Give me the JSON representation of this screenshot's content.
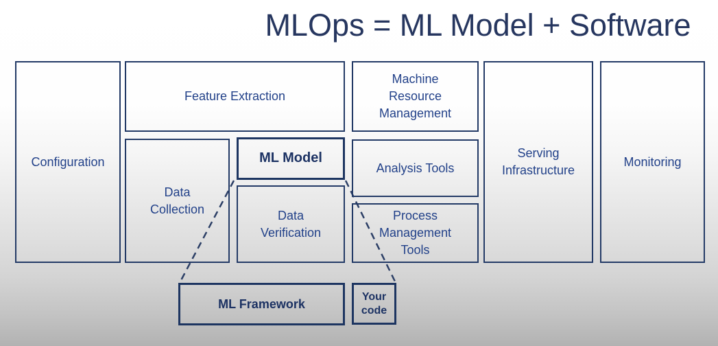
{
  "title": "MLOps = ML Model + Software",
  "boxes": {
    "configuration": {
      "label": "Configuration"
    },
    "feature_extraction": {
      "label": "Feature Extraction"
    },
    "data_collection": {
      "label": "Data\nCollection"
    },
    "ml_model": {
      "label": "ML Model"
    },
    "data_verification": {
      "label": "Data\nVerification"
    },
    "machine_resource_management": {
      "label": "Machine\nResource\nManagement"
    },
    "analysis_tools": {
      "label": "Analysis Tools"
    },
    "process_management_tools": {
      "label": "Process\nManagement\nTools"
    },
    "serving_infrastructure": {
      "label": "Serving\nInfrastructure"
    },
    "monitoring": {
      "label": "Monitoring"
    },
    "ml_framework": {
      "label": "ML Framework"
    },
    "your_code": {
      "label": "Your\ncode"
    }
  },
  "colors": {
    "title_text": "#26365f",
    "box_border": "#233a66",
    "box_text": "#224189",
    "thick_box_border": "#1d3561",
    "connector": "#2c3f66",
    "background_top": "#ffffff",
    "background_bottom": "#b2b2b2"
  }
}
